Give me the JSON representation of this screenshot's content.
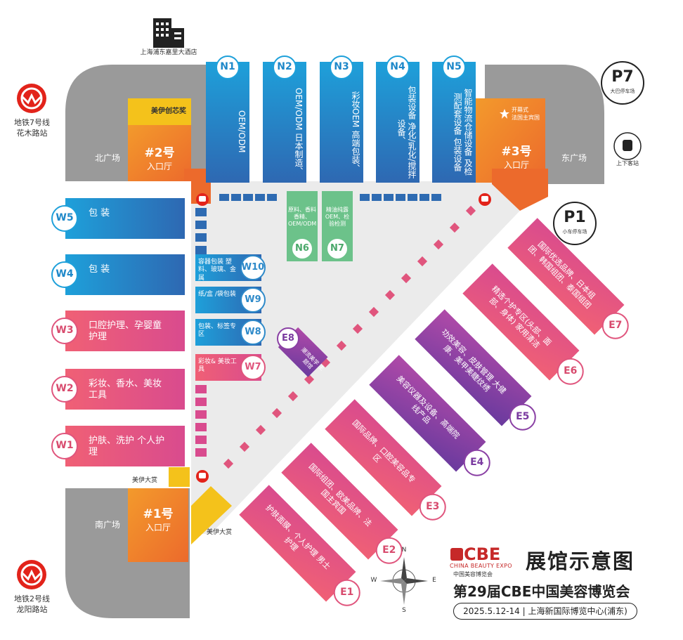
{
  "title": {
    "main": "展馆示意图",
    "sub": "第29届CBE中国美容博览会",
    "date_venue": "2025.5.12-14 | 上海新国际博览中心(浦东)",
    "logo_cn": "中国美容博览会",
    "logo_en": "CHINA BEAUTY EXPO",
    "logo_mark": "CBE"
  },
  "colors": {
    "blue_top": "#1e9ad6",
    "blue_bottom": "#2f6fb5",
    "pink_top": "#ef5a7a",
    "pink_bottom": "#d84b8c",
    "purple_top": "#b24aa8",
    "purple_bottom": "#6a3a9e",
    "orange": "#f07a2c",
    "green": "#6cc28a",
    "gray": "#999999",
    "yellow": "#f4c21b",
    "floor": "#ebebeb",
    "red_metro": "#e2231a"
  },
  "landmarks": {
    "hotel": "上海浦东嘉里大酒店",
    "metro7_line": "地铁7号线",
    "metro7_station": "花木路站",
    "metro2_line": "地铁2号线",
    "metro2_station": "龙阳路站",
    "p7": "P7",
    "p7_desc": "大巴停车场",
    "p1": "P1",
    "p1_desc": "小车停车场",
    "bus_stop": "上下客站",
    "north_plaza": "北广场",
    "east_plaza": "东广场",
    "south_plaza": "南广场"
  },
  "entrances": [
    {
      "num": "#2号",
      "label": "入口厅"
    },
    {
      "num": "#3号",
      "label": "入口厅"
    },
    {
      "num": "#1号",
      "label": "入口厅"
    }
  ],
  "awards": {
    "chuangxin": "美伊创芯奖",
    "dashang_top": "美伊大赏",
    "dashang_bottom": "美伊大赏",
    "kaimu": "开幕式",
    "kaimu2": "法国主宾国"
  },
  "north_halls": [
    {
      "id": "N1",
      "desc": "OEM/ODM"
    },
    {
      "id": "N2",
      "desc": "OEM/ODM 日本制造、"
    },
    {
      "id": "N3",
      "desc": "彩妆OEM 高端包装、"
    },
    {
      "id": "N4",
      "desc": "包装设备 净化/乳化/搅拌设备、"
    },
    {
      "id": "N5",
      "desc": "智能物流仓储设备 及检测配套设备 包装设备"
    }
  ],
  "north_inner": [
    {
      "id": "N6",
      "desc": "原料、香料香精、OEM/ODM"
    },
    {
      "id": "N7",
      "desc": "精油纯露 OEM、检验检测"
    }
  ],
  "west_halls": [
    {
      "id": "W5",
      "desc": "包 装"
    },
    {
      "id": "W4",
      "desc": "包 装"
    },
    {
      "id": "W3",
      "desc": "口腔护理、孕婴童护理"
    },
    {
      "id": "W2",
      "desc": "彩妆、香水、美妆工具"
    },
    {
      "id": "W1",
      "desc": "护肤、洗护 个人护理"
    }
  ],
  "west_inner": [
    {
      "id": "W10",
      "desc": "容器包装 塑料、玻璃、金属"
    },
    {
      "id": "W9",
      "desc": "纸/盒 /袋包装"
    },
    {
      "id": "W8",
      "desc": "包装、标签专区"
    },
    {
      "id": "W7",
      "desc": "彩妆& 美妆工具"
    }
  ],
  "east_halls": [
    {
      "id": "E7",
      "desc": "国际优选品牌、日本组团、韩国组团、泰国组团"
    },
    {
      "id": "E6",
      "desc": "精选个护专区(头部、面部、身体) 家用清洁"
    },
    {
      "id": "E5",
      "desc": "功效美容、皮肤管理 大健康、美甲美睫纹绣"
    },
    {
      "id": "E4",
      "desc": "美容仪器及设备、高端院线产品"
    },
    {
      "id": "E3",
      "desc": "国际品牌、口腔美容品专区"
    },
    {
      "id": "E2",
      "desc": "国际组团、欧美品牌、法国主宾国"
    },
    {
      "id": "E1",
      "desc": "护肤面膜、个人护理 男士护理"
    }
  ],
  "east_inner": {
    "id": "E8",
    "desc": "潮流美学 主题馆"
  },
  "compass": {
    "n": "N",
    "s": "S",
    "e": "E",
    "w": "W"
  }
}
